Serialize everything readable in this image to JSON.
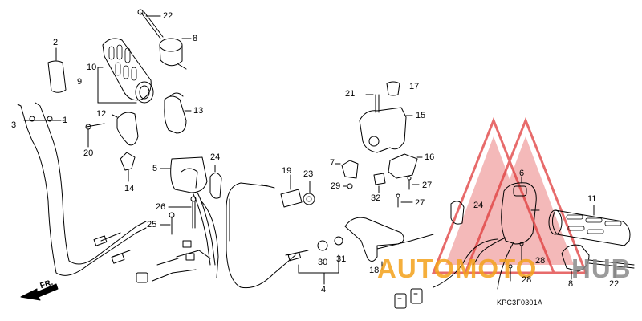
{
  "diagram_code": "KPC3F0301A",
  "front_indicator": "FR.",
  "watermark": {
    "text_orange": "AUTOMOTO",
    "text_gray": "HUB",
    "color_red": "#e03a3a",
    "color_orange": "#f4a21b",
    "color_gray": "#8a8a8a"
  },
  "callouts": [
    {
      "id": "c2",
      "text": "2"
    },
    {
      "id": "c22a",
      "text": "22"
    },
    {
      "id": "c8a",
      "text": "8"
    },
    {
      "id": "c10",
      "text": "10"
    },
    {
      "id": "c9",
      "text": "9"
    },
    {
      "id": "c3",
      "text": "3"
    },
    {
      "id": "c1",
      "text": "1"
    },
    {
      "id": "c12",
      "text": "12"
    },
    {
      "id": "c13",
      "text": "13"
    },
    {
      "id": "c20",
      "text": "20"
    },
    {
      "id": "c14",
      "text": "14"
    },
    {
      "id": "c5",
      "text": "5"
    },
    {
      "id": "c24a",
      "text": "24"
    },
    {
      "id": "c26",
      "text": "26"
    },
    {
      "id": "c25",
      "text": "25"
    },
    {
      "id": "c19",
      "text": "19"
    },
    {
      "id": "c23",
      "text": "23"
    },
    {
      "id": "c21",
      "text": "21"
    },
    {
      "id": "c17",
      "text": "17"
    },
    {
      "id": "c15",
      "text": "15"
    },
    {
      "id": "c7",
      "text": "7"
    },
    {
      "id": "c16",
      "text": "16"
    },
    {
      "id": "c29",
      "text": "29"
    },
    {
      "id": "c27a",
      "text": "27"
    },
    {
      "id": "c32",
      "text": "32"
    },
    {
      "id": "c27b",
      "text": "27"
    },
    {
      "id": "c6",
      "text": "6"
    },
    {
      "id": "c24b",
      "text": "24"
    },
    {
      "id": "c11",
      "text": "11"
    },
    {
      "id": "c30",
      "text": "30"
    },
    {
      "id": "c31",
      "text": "31"
    },
    {
      "id": "c4",
      "text": "4"
    },
    {
      "id": "c18",
      "text": "18"
    },
    {
      "id": "c28a",
      "text": "28"
    },
    {
      "id": "c28b",
      "text": "28"
    },
    {
      "id": "c8b",
      "text": "8"
    },
    {
      "id": "c22b",
      "text": "22"
    }
  ]
}
